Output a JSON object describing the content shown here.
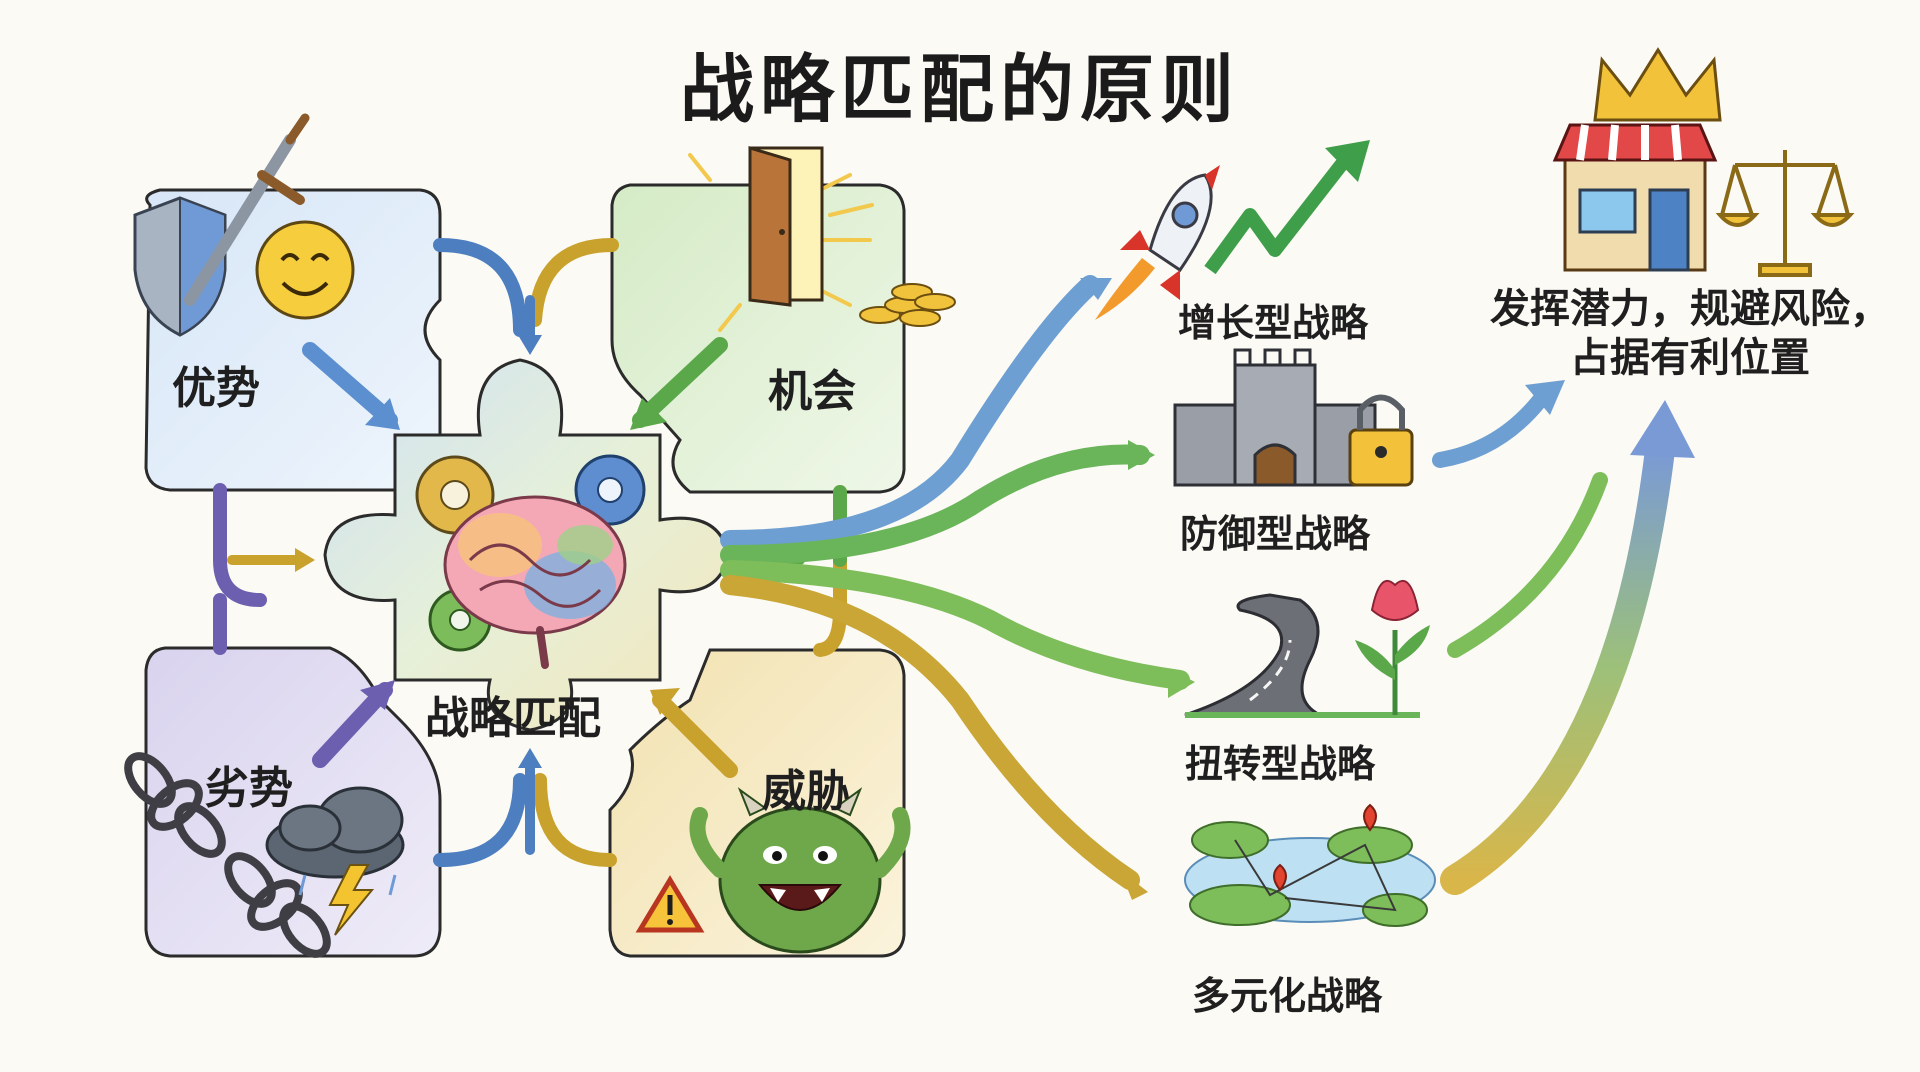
{
  "title": "战略匹配的原则",
  "quadrants": {
    "strengths": "优势",
    "opportunities": "机会",
    "weaknesses": "劣势",
    "threats": "威胁"
  },
  "center": {
    "label": "战略匹配"
  },
  "strategies": [
    {
      "label": "增长型战略",
      "icon": "rocket-icon",
      "color": "#3f9e4a"
    },
    {
      "label": "防御型战略",
      "icon": "castle-icon",
      "color": "#6fa6d8"
    },
    {
      "label": "扭转型战略",
      "icon": "road-flower-icon",
      "color": "#7dbd5a"
    },
    {
      "label": "多元化战略",
      "icon": "islands-map-icon",
      "color": "#c9a635"
    }
  ],
  "outcome": {
    "line1": "发挥潜力，规避风险，",
    "line2": "占据有利位置",
    "icons": [
      "crown-icon",
      "storefront-icon",
      "scales-icon"
    ]
  },
  "colors": {
    "strengths": "#5b8fcf",
    "opportunities": "#5aa84a",
    "weaknesses": "#6c5fb0",
    "threats": "#c9a12d"
  }
}
